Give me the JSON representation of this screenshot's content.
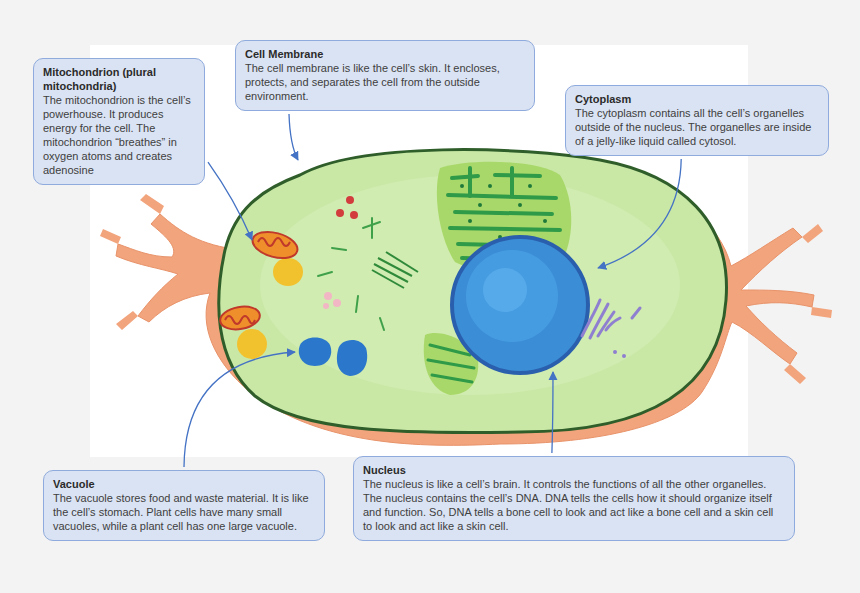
{
  "diagram": {
    "nodes": [
      {
        "text": [
          "Mitochondrion (plural mitochondria)",
          "The mitochondrion is the cell’s powerhouse. It produces energy for the cell. The mitochondrion “breathes” in oxygen atoms and creates adenosine"
        ]
      },
      {
        "text": [
          "Cell Membrane",
          "The cell membrane is like the cell’s skin. It encloses, protects, and separates the cell from the outside environment."
        ]
      },
      {
        "text": [
          "Cytoplasm",
          "The cytoplasm contains all the cell’s organelles outside of the nucleus. The organelles are inside of a jelly-like liquid called cytosol."
        ]
      },
      {
        "text": [
          "Vacuole",
          "The vacuole stores food and waste material. It is like the cell’s stomach. Plant cells have many small vacuoles, while a plant cell has one large vacuole."
        ]
      },
      {
        "text": [
          "Nucleus",
          "The nucleus is like a cell’s brain. It controls the functions of all the other organelles. The nucleus contains the cell’s DNA. DNA tells the cells how it should organize itself and function. So, DNA tells a bone cell to look and act like a bone cell and a skin cell to look and act like a skin cell."
        ]
      }
    ]
  }
}
